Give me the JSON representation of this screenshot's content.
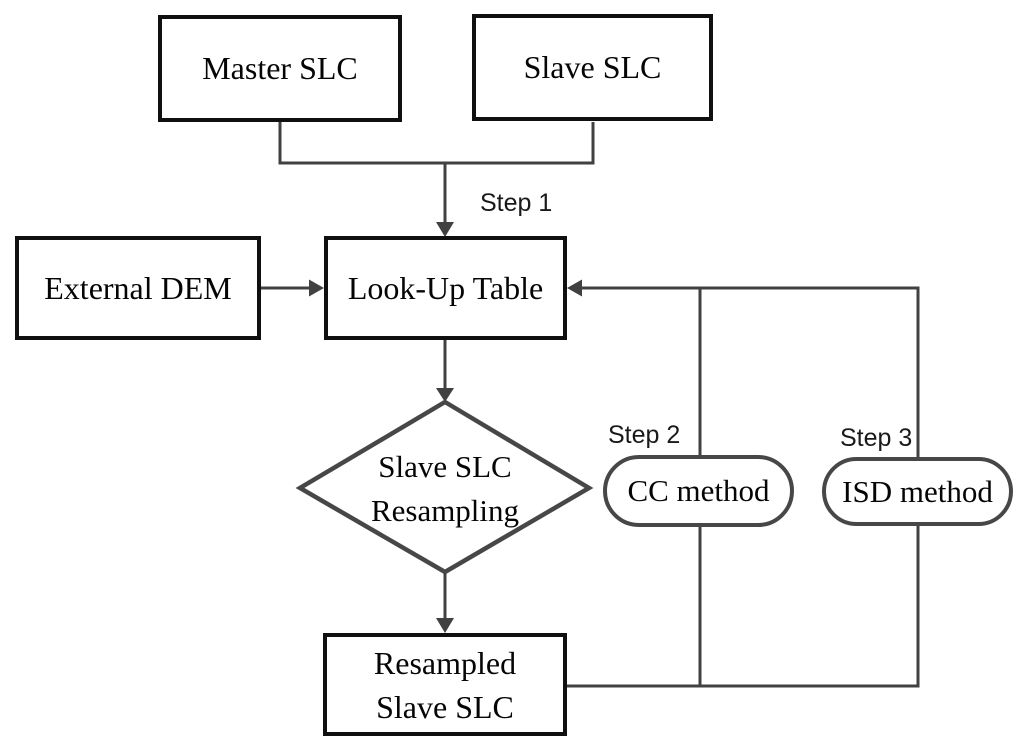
{
  "colors": {
    "background": "#ffffff",
    "box_border": "#101010",
    "line": "#414141",
    "shape_border": "#474747",
    "text": "#050505",
    "label_text": "#1a1a1a"
  },
  "nodes": {
    "master_slc": {
      "label": "Master SLC"
    },
    "slave_slc": {
      "label": "Slave SLC"
    },
    "external_dem": {
      "label": "External DEM"
    },
    "lookup_table": {
      "label": "Look-Up Table"
    },
    "resampling_decision": {
      "line1": "Slave SLC",
      "line2": "Resampling"
    },
    "cc_method": {
      "label": "CC method"
    },
    "isd_method": {
      "label": "ISD method"
    },
    "resampled_slave_slc": {
      "line1": "Resampled",
      "line2": "Slave SLC"
    }
  },
  "labels": {
    "step1": "Step 1",
    "step2": "Step 2",
    "step3": "Step 3"
  }
}
